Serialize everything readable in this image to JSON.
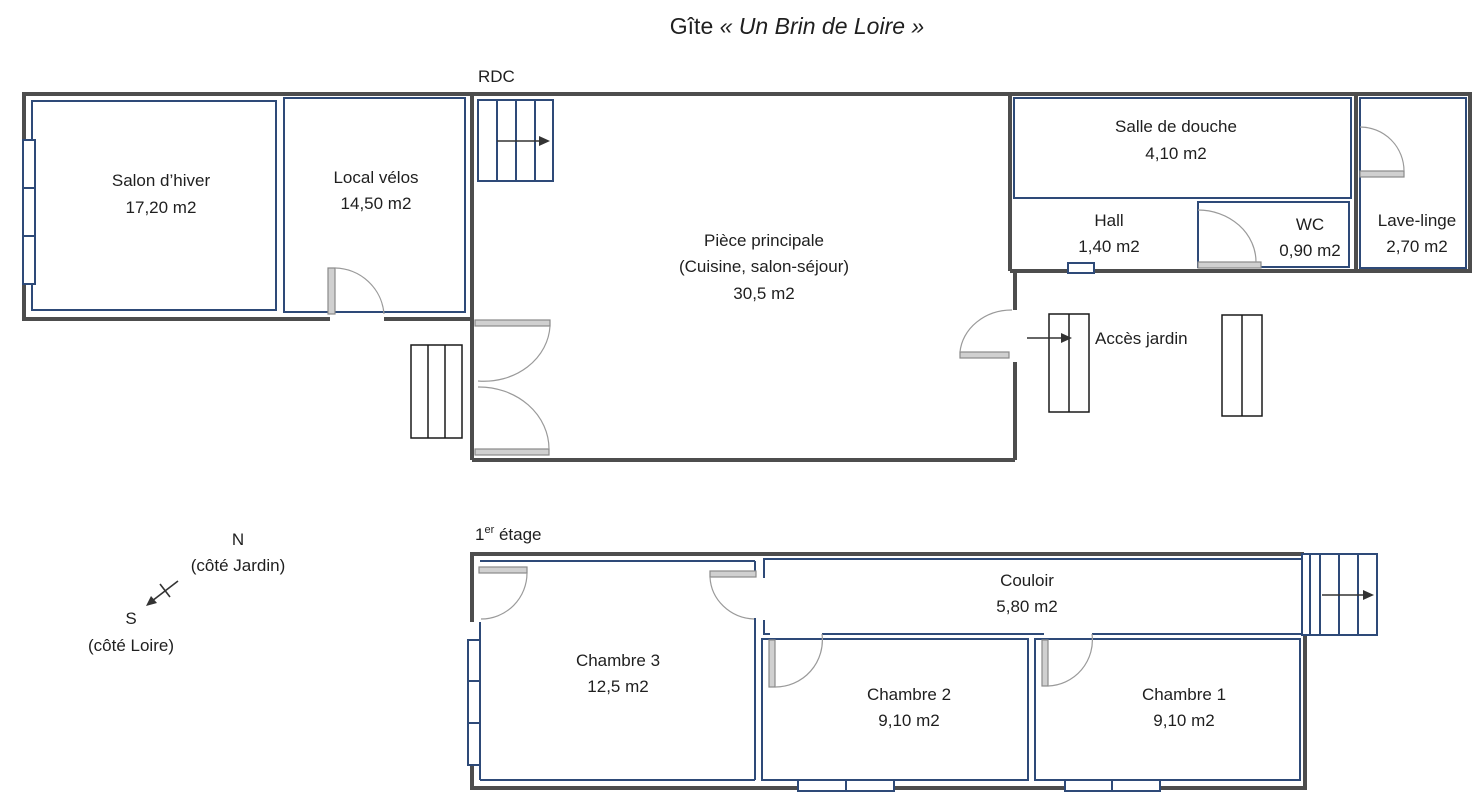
{
  "title": {
    "prefix": "Gîte ",
    "name": "« Un Brin de Loire »"
  },
  "levels": {
    "ground": "RDC",
    "first_number": "1",
    "first_sup": "er",
    "first_rest": " étage"
  },
  "rooms": {
    "salon_hiver": {
      "name": "Salon d’hiver",
      "area": "17,20 m2"
    },
    "local_velos": {
      "name": "Local vélos",
      "area": "14,50 m2"
    },
    "piece_principale": {
      "name": "Pièce principale",
      "sub": "(Cuisine, salon-séjour)",
      "area": "30,5 m2"
    },
    "salle_douche": {
      "name": "Salle de douche",
      "area": "4,10 m2"
    },
    "hall": {
      "name": "Hall",
      "area": "1,40 m2"
    },
    "wc": {
      "name": "WC",
      "area": "0,90 m2"
    },
    "lave_linge": {
      "name": "Lave-linge",
      "area": "2,70 m2"
    },
    "couloir": {
      "name": "Couloir",
      "area": "5,80 m2"
    },
    "chambre3": {
      "name": "Chambre 3",
      "area": "12,5 m2"
    },
    "chambre2": {
      "name": "Chambre 2",
      "area": "9,10 m2"
    },
    "chambre1": {
      "name": "Chambre 1",
      "area": "9,10 m2"
    }
  },
  "acces_jardin": "Accès jardin",
  "compass": {
    "north": "N",
    "north_note": "(côté Jardin)",
    "south": "S",
    "south_note": "(côté Loire)"
  }
}
